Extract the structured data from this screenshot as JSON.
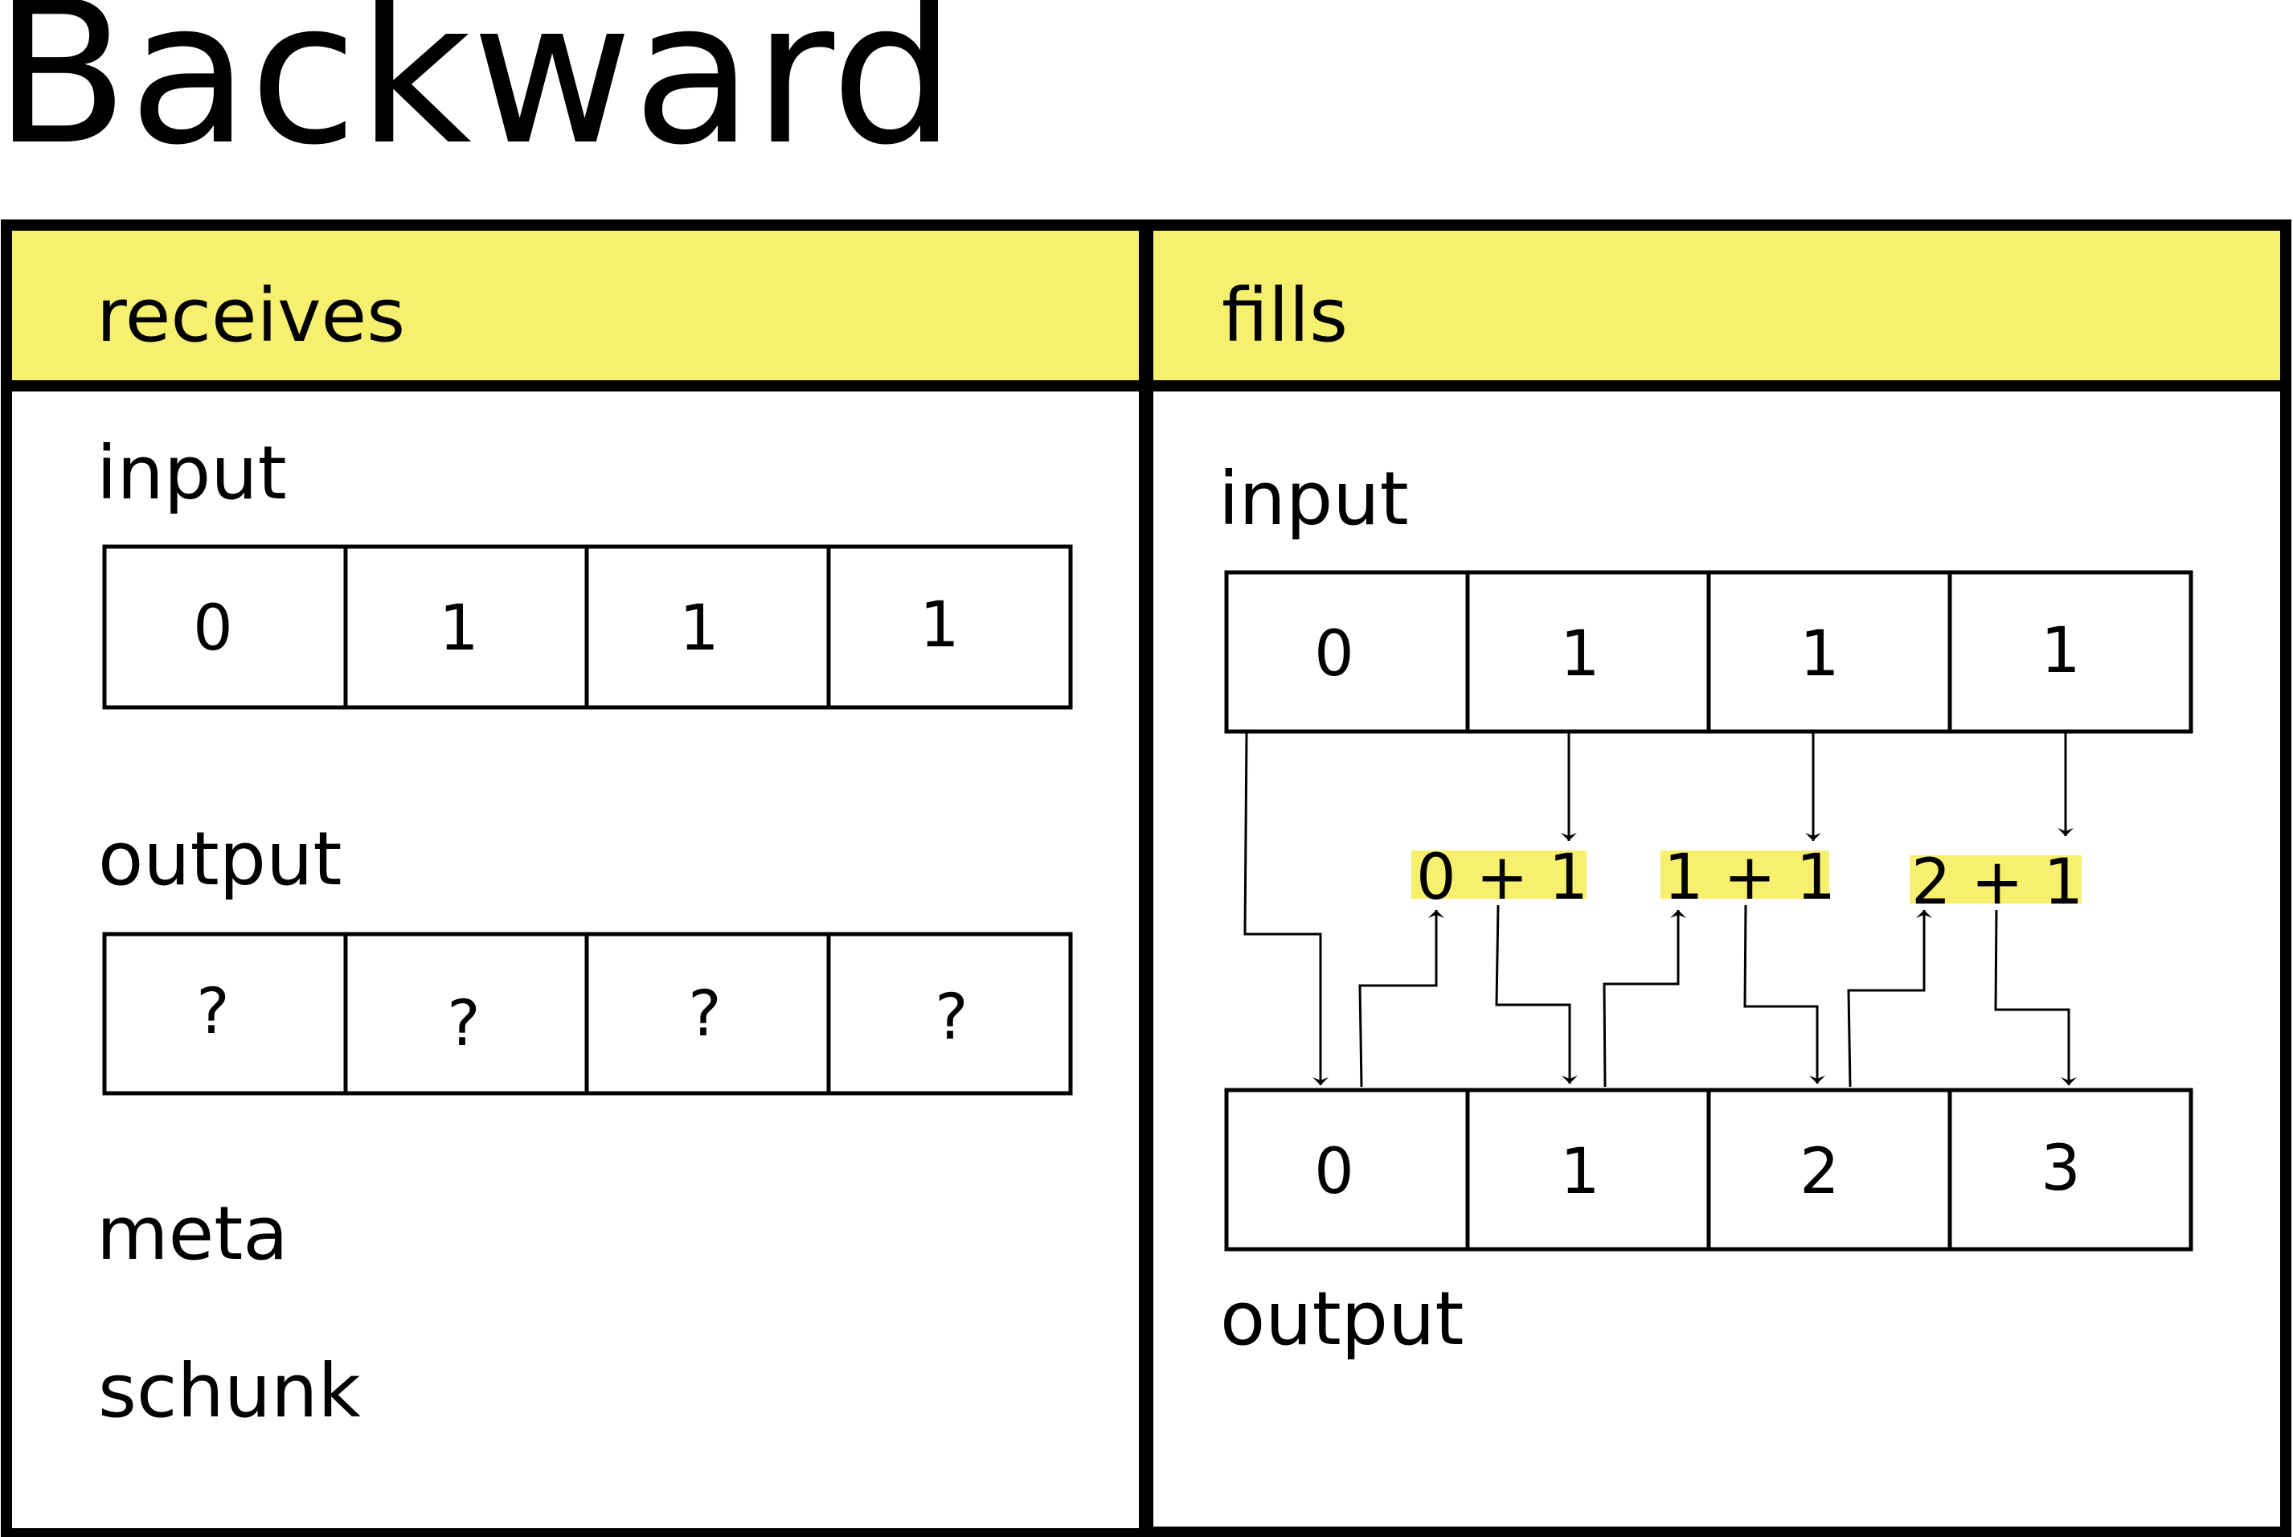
{
  "title": "Backward",
  "colors": {
    "highlight": "#f7ef6e",
    "stroke": "#000000",
    "background": "#ffffff"
  },
  "receives": {
    "header": "receives",
    "input_label": "input",
    "input_cells": [
      "0",
      "1",
      "1",
      "1"
    ],
    "output_label": "output",
    "output_cells": [
      "?",
      "?",
      "?",
      "?"
    ],
    "meta_label": "meta",
    "schunk_label": "schunk"
  },
  "fills": {
    "header": "fills",
    "input_label": "input",
    "input_cells": [
      "0",
      "1",
      "1",
      "1"
    ],
    "expressions": [
      "0 + 1",
      "1 + 1",
      "2 + 1"
    ],
    "output_cells": [
      "0",
      "1",
      "2",
      "3"
    ],
    "output_label": "output"
  }
}
